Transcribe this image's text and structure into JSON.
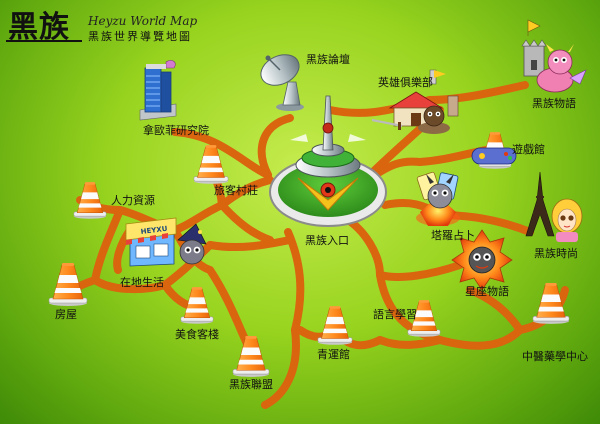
{
  "logo": {
    "cn": "黑族",
    "en": "Heyzu World Map",
    "subtitle": "黑族世界導覽地圖"
  },
  "locations": {
    "forum": "黑族論壇",
    "heroes_club": "英雄俱樂部",
    "story": "黑族物語",
    "research": "拿歐菲研究院",
    "game_hall": "遊戲館",
    "hostel": "旅客村莊",
    "hr": "人力資源",
    "entrance": "黑族入口",
    "tarot": "塔羅占卜",
    "fashion": "黑族時尚",
    "local_life": "在地生活",
    "house": "房屋",
    "zodiac": "星座物語",
    "food": "美食客棧",
    "language": "語言學習",
    "fortune": "青運館",
    "chinese_medicine": "中醫藥學中心",
    "alliance": "黑族聯盟"
  },
  "shop_sign": "HEYXU",
  "colors": {
    "road": "#d9650f",
    "grass": "#98d41f",
    "cone": "#ff8a1e"
  }
}
